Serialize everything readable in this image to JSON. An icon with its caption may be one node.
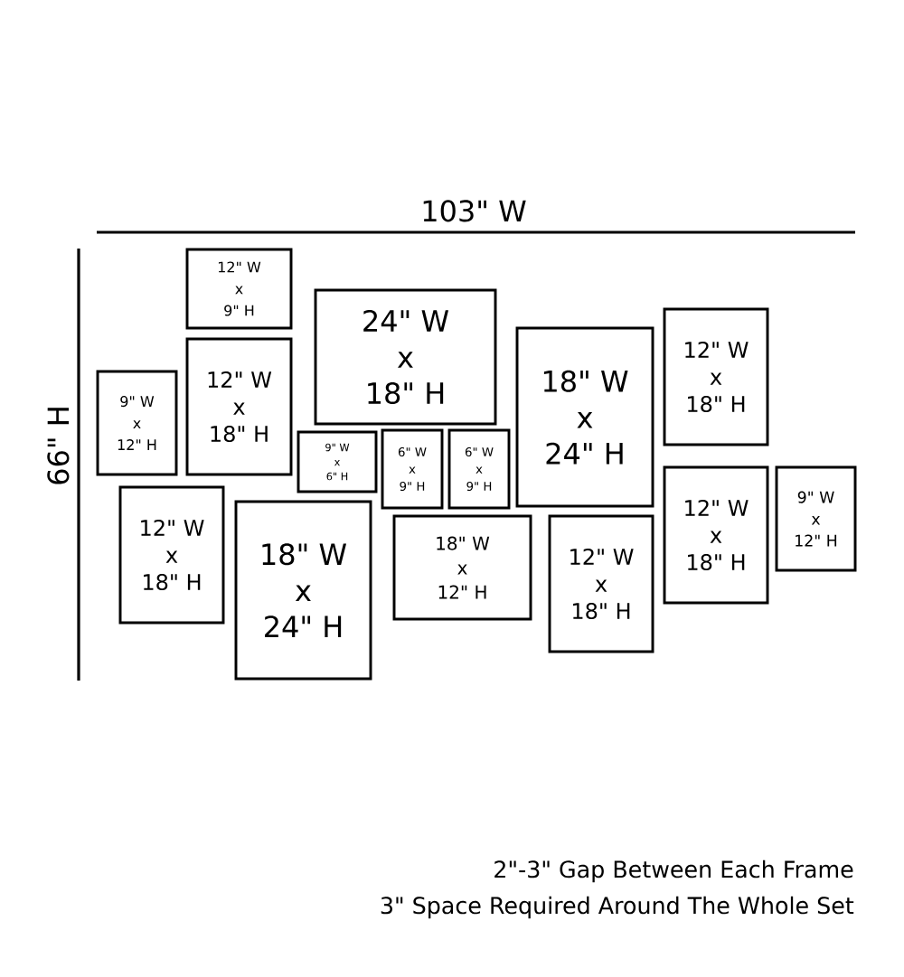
{
  "diagram": {
    "nodes": [
      {
        "text": [
          "12\" W",
          "x",
          "9\" H"
        ]
      },
      {
        "text": [
          "24\" W",
          "x",
          "18\" H"
        ]
      },
      {
        "text": [
          "12\" W",
          "x",
          "18\" H"
        ]
      },
      {
        "text": [
          "18\" W",
          "x",
          "24\" H"
        ]
      },
      {
        "text": [
          "12\" W",
          "x",
          "18\" H"
        ]
      },
      {
        "text": [
          "9\" W",
          "x",
          "12\" H"
        ]
      },
      {
        "text": [
          "6\" W",
          "x",
          "9\" H"
        ]
      },
      {
        "text": [
          "6\" W",
          "x",
          "9\" H"
        ]
      },
      {
        "text": [
          "9\" W",
          "x",
          "6\" H"
        ]
      },
      {
        "text": [
          "12\" W",
          "x",
          "18\" H"
        ]
      },
      {
        "text": [
          "9\" W",
          "x",
          "12\" H"
        ]
      },
      {
        "text": [
          "12\" W",
          "x",
          "18\" H"
        ]
      },
      {
        "text": [
          "18\" W",
          "x",
          "24\" H"
        ]
      },
      {
        "text": [
          "18\" W",
          "x",
          "12\" H"
        ]
      },
      {
        "text": [
          "12\" W",
          "x",
          "18\" H"
        ]
      }
    ],
    "labels": [
      "103\" W",
      "66\" H",
      "2\"-3\" Gap Between Each Frame",
      "3\" Space Required Around The Whole Set"
    ]
  }
}
